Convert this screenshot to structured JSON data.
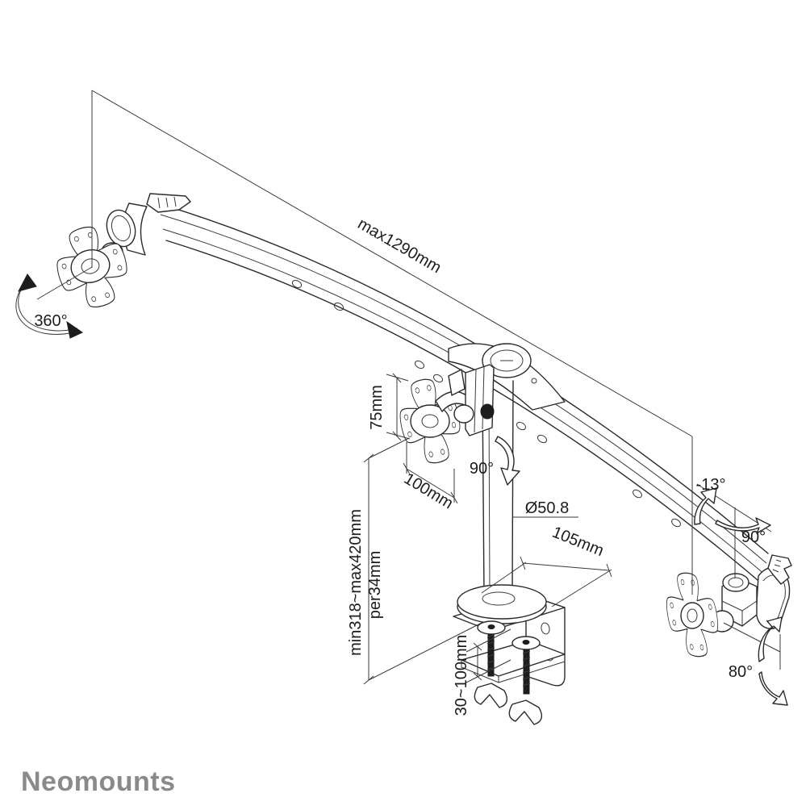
{
  "brand": {
    "logo_text": "Neomounts",
    "logo_color": "#8a8a8a"
  },
  "figure": {
    "line_color": "#2a2a2a",
    "background": "#ffffff"
  },
  "annotations": {
    "max_width": "max1290mm",
    "rotation_left": "360°",
    "vesa_height": "75mm",
    "vesa_width": "100mm",
    "pole_swivel": "90°",
    "pole_diameter": "Ø50.8",
    "clamp_depth": "105mm",
    "height_range": "min318~max420mm",
    "height_step": "per34mm",
    "clamp_thickness": "30~100mm",
    "tilt_up": "-13°",
    "head_swivel": "90°",
    "tilt_range": "80°"
  }
}
